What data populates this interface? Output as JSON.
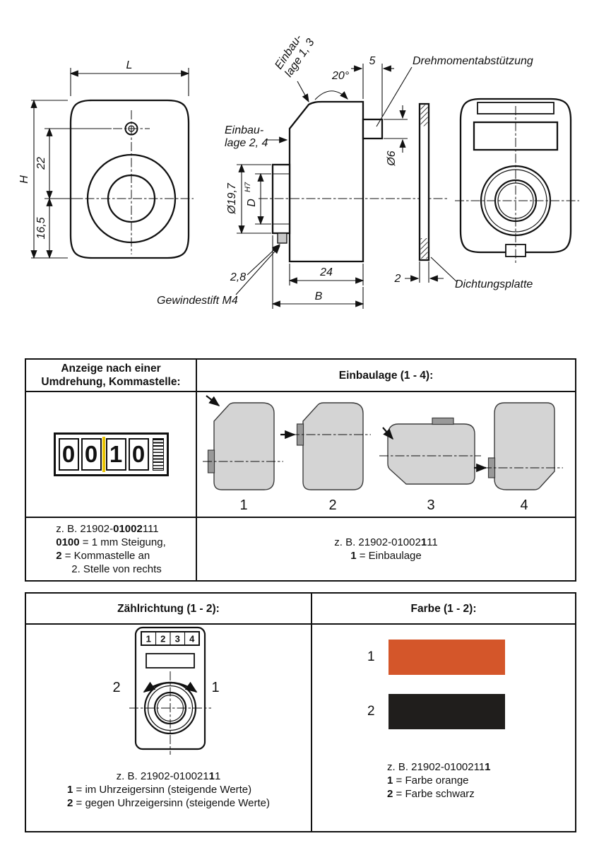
{
  "colors": {
    "line": "#111111",
    "orange": "#d4562a",
    "swatch_black": "#201e1c",
    "shape_fill": "#d4d4d4",
    "shape_edge": "#3c3c3c",
    "tab_fill": "#999999",
    "comma_yellow": "#e9c400"
  },
  "drawing": {
    "front": {
      "dim_l": "L",
      "dim_h": "H",
      "dim_22": "22",
      "dim_16_5": "16,5"
    },
    "side": {
      "einbaulage13_line1": "Einbau-",
      "einbaulage13_line2": "lage 1, 3",
      "angle_20": "20°",
      "dim_5": "5",
      "torque_support_label": "Drehmomentabstützung",
      "einbaulage24_line1": "Einbau-",
      "einbaulage24_line2": "lage 2, 4",
      "dim_d6": "Ø6",
      "dim_d19_7": "Ø19,7",
      "dim_d": "D",
      "dim_d_tolerance": "H7",
      "dim_2_8": "2,8",
      "dim_24": "24",
      "dim_b": "B",
      "set_screw_label": "Gewindestift M4"
    },
    "seal": {
      "label": "Dichtungsplatte",
      "dim_2": "2"
    }
  },
  "table1": {
    "left_header_line1": "Anzeige nach einer",
    "left_header_line2": "Umdrehung, Kommastelle:",
    "right_header": "Einbaulage (1 - 4):",
    "counter_digits": [
      "0",
      "0",
      "1",
      "0"
    ],
    "position_labels": [
      "1",
      "2",
      "3",
      "4"
    ],
    "left_code": {
      "prefix": "z. B. 21902-",
      "bold": "01002",
      "suffix": "111"
    },
    "left_caption": [
      {
        "bold": "0100",
        "text": " = 1 mm Steigung,"
      },
      {
        "bold": "2",
        "text": " = Kommastelle an"
      },
      {
        "bold": "",
        "text": "2. Stelle von rechts"
      }
    ],
    "right_code": {
      "prefix": "z. B. 21902-01002",
      "bold": "1",
      "suffix": "11"
    },
    "right_caption": {
      "bold": "1",
      "text": " = Einbaulage"
    }
  },
  "table2": {
    "left_header": "Zählrichtung (1 - 2):",
    "right_header": "Farbe (1 - 2):",
    "dial_digits": [
      "1",
      "2",
      "3",
      "4"
    ],
    "direction_left": "2",
    "direction_right": "1",
    "swatches": [
      {
        "num": "1",
        "color": "#d4562a"
      },
      {
        "num": "2",
        "color": "#201e1c"
      }
    ],
    "left_code": {
      "prefix": "z. B. 21902-010021",
      "bold": "1",
      "suffix": "1"
    },
    "left_caption": [
      {
        "bold": "1",
        "text": " = im Uhrzeigersinn (steigende Werte)"
      },
      {
        "bold": "2",
        "text": " = gegen Uhrzeigersinn (steigende Werte)"
      }
    ],
    "right_code": {
      "prefix": "z. B. 21902-0100211",
      "bold": "1",
      "suffix": ""
    },
    "right_caption": [
      {
        "bold": "1",
        "text": " = Farbe orange"
      },
      {
        "bold": "2",
        "text": " = Farbe schwarz"
      }
    ]
  }
}
